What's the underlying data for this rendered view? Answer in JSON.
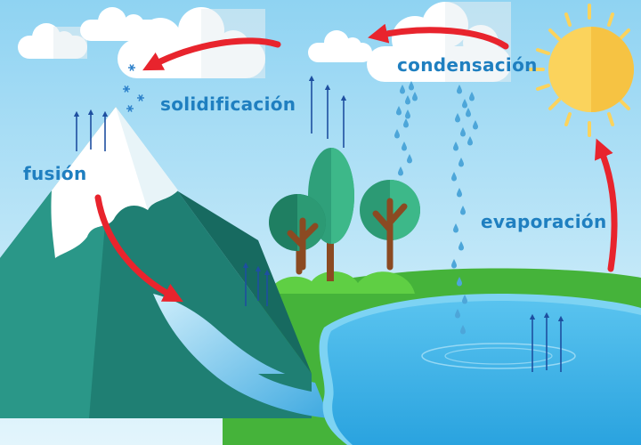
{
  "labels": {
    "solidification": "solidificación",
    "condensation": "condensación",
    "fusion": "fusión",
    "evaporation": "evaporación"
  },
  "colors": {
    "sky_top": "#8fd3f2",
    "sky_bottom": "#d9f2fb",
    "label_text": "#1f7fc0",
    "cycle_arrow": "#e8242d",
    "vapor_arrow": "#1e4fa0",
    "mountain": "#1f7f73",
    "snow": "#ffffff",
    "grass": "#45b33a",
    "lake": "#3fb4e8",
    "river": "#5cb9e6",
    "sun": "#fbd35c",
    "rain": "#4da6d9",
    "snowflake": "#2a7fc9"
  },
  "icons": {
    "sun": "sun-icon",
    "snowflake": "snowflake-icon",
    "rain": "raindrop-icon",
    "vapor": "up-arrow-icon"
  }
}
